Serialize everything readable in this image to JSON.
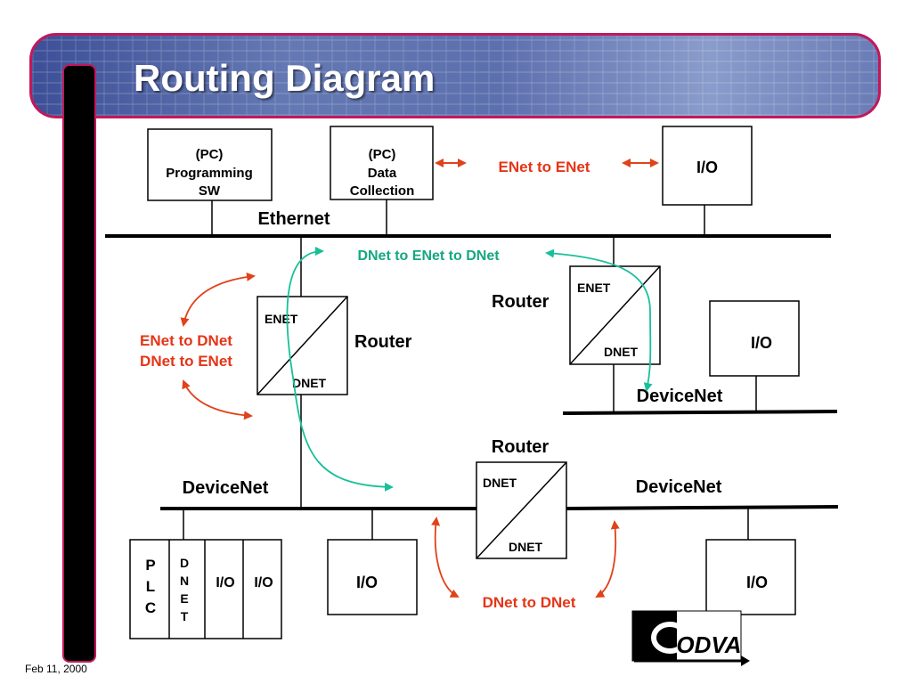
{
  "title": "Routing Diagram",
  "footer": "Feb 11, 2000",
  "colors": {
    "red_label": "#e53517",
    "green_label": "#14a882",
    "red_arrow": "#e0421a",
    "green_arrow": "#18c09a",
    "banner_border": "#c2185b"
  },
  "nodes": {
    "pc_prog": [
      "(PC)",
      "Programming",
      "SW"
    ],
    "pc_data": [
      "(PC)",
      "Data",
      "Collection"
    ],
    "io_top": "I/O",
    "io_right": "I/O",
    "io_bottom_mid": "I/O",
    "io_bottom_right": "I/O",
    "plc": [
      "P",
      "L",
      "C"
    ],
    "dnet_vertical": [
      "D",
      "N",
      "E",
      "T"
    ],
    "plc_io_1": "I/O",
    "plc_io_2": "I/O"
  },
  "routers": {
    "left": {
      "label": "Router",
      "top": "ENET",
      "bottom": "DNET"
    },
    "right": {
      "label": "Router",
      "top": "ENET",
      "bottom": "DNET"
    },
    "bottom": {
      "label": "Router",
      "top": "DNET",
      "bottom": "DNET"
    }
  },
  "networks": {
    "ethernet": "Ethernet",
    "devicenet_right": "DeviceNet",
    "devicenet_left": "DeviceNet",
    "devicenet_bottom_right": "DeviceNet"
  },
  "annotations": {
    "enet_to_enet": "ENet to ENet",
    "dnet_enet_dnet": "DNet to ENet to DNet",
    "enet_to_dnet": "ENet to DNet",
    "dnet_to_enet": "DNet to ENet",
    "dnet_to_dnet": "DNet to DNet"
  },
  "logo": "ODVA"
}
